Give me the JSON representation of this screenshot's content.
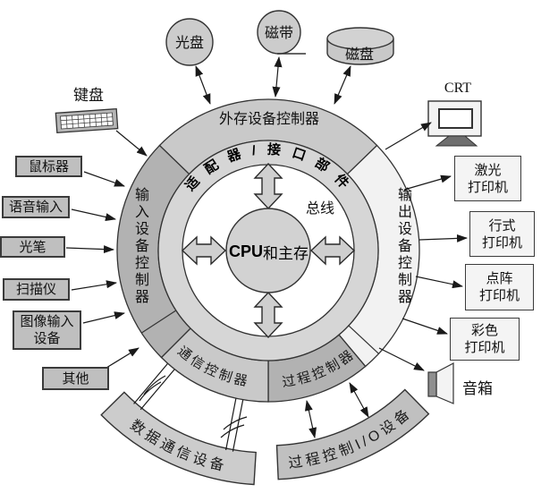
{
  "labels": {
    "adapter": "适 配 器 / 接 口 部 件",
    "storage_ctrl": "外存设备控制器",
    "input_ctrl": "输入设备控制器",
    "output_ctrl": "输出设备控制器",
    "comm_ctrl": "通信控制器",
    "process_ctrl": "过程控制器",
    "bus": "总线",
    "cpu_bold": "CPU",
    "cpu_rest": "和主存"
  },
  "banners": {
    "data_comm": "数据通信设备",
    "process_io": "过程控制I/O设备"
  },
  "devices": {
    "optical_disc": "光盘",
    "tape": "磁带",
    "disk": "磁盘",
    "keyboard": "键盘",
    "crt": "CRT",
    "speaker": "音箱",
    "mouse": "鼠标器",
    "voice_input": "语音输入",
    "light_pen": "光笔",
    "scanner": "扫描仪",
    "image_input_l1": "图像输入",
    "image_input_l2": "设备",
    "other": "其他",
    "laser_l1": "激光",
    "laser_l2": "打印机",
    "line_l1": "行式",
    "line_l2": "打印机",
    "dot_l1": "点阵",
    "dot_l2": "打印机",
    "color_l1": "彩色",
    "color_l2": "打印机"
  },
  "colors": {
    "segment_light": "#c9c9c9",
    "segment_dark": "#b2b2b2",
    "segment_white": "#f2f2f2",
    "adapter_ring": "#d6d6d6",
    "cpu_circle": "#d2d2d2",
    "box_gray": "#bfbfbf",
    "box_light": "#f4f4f4",
    "stroke": "#333333"
  }
}
